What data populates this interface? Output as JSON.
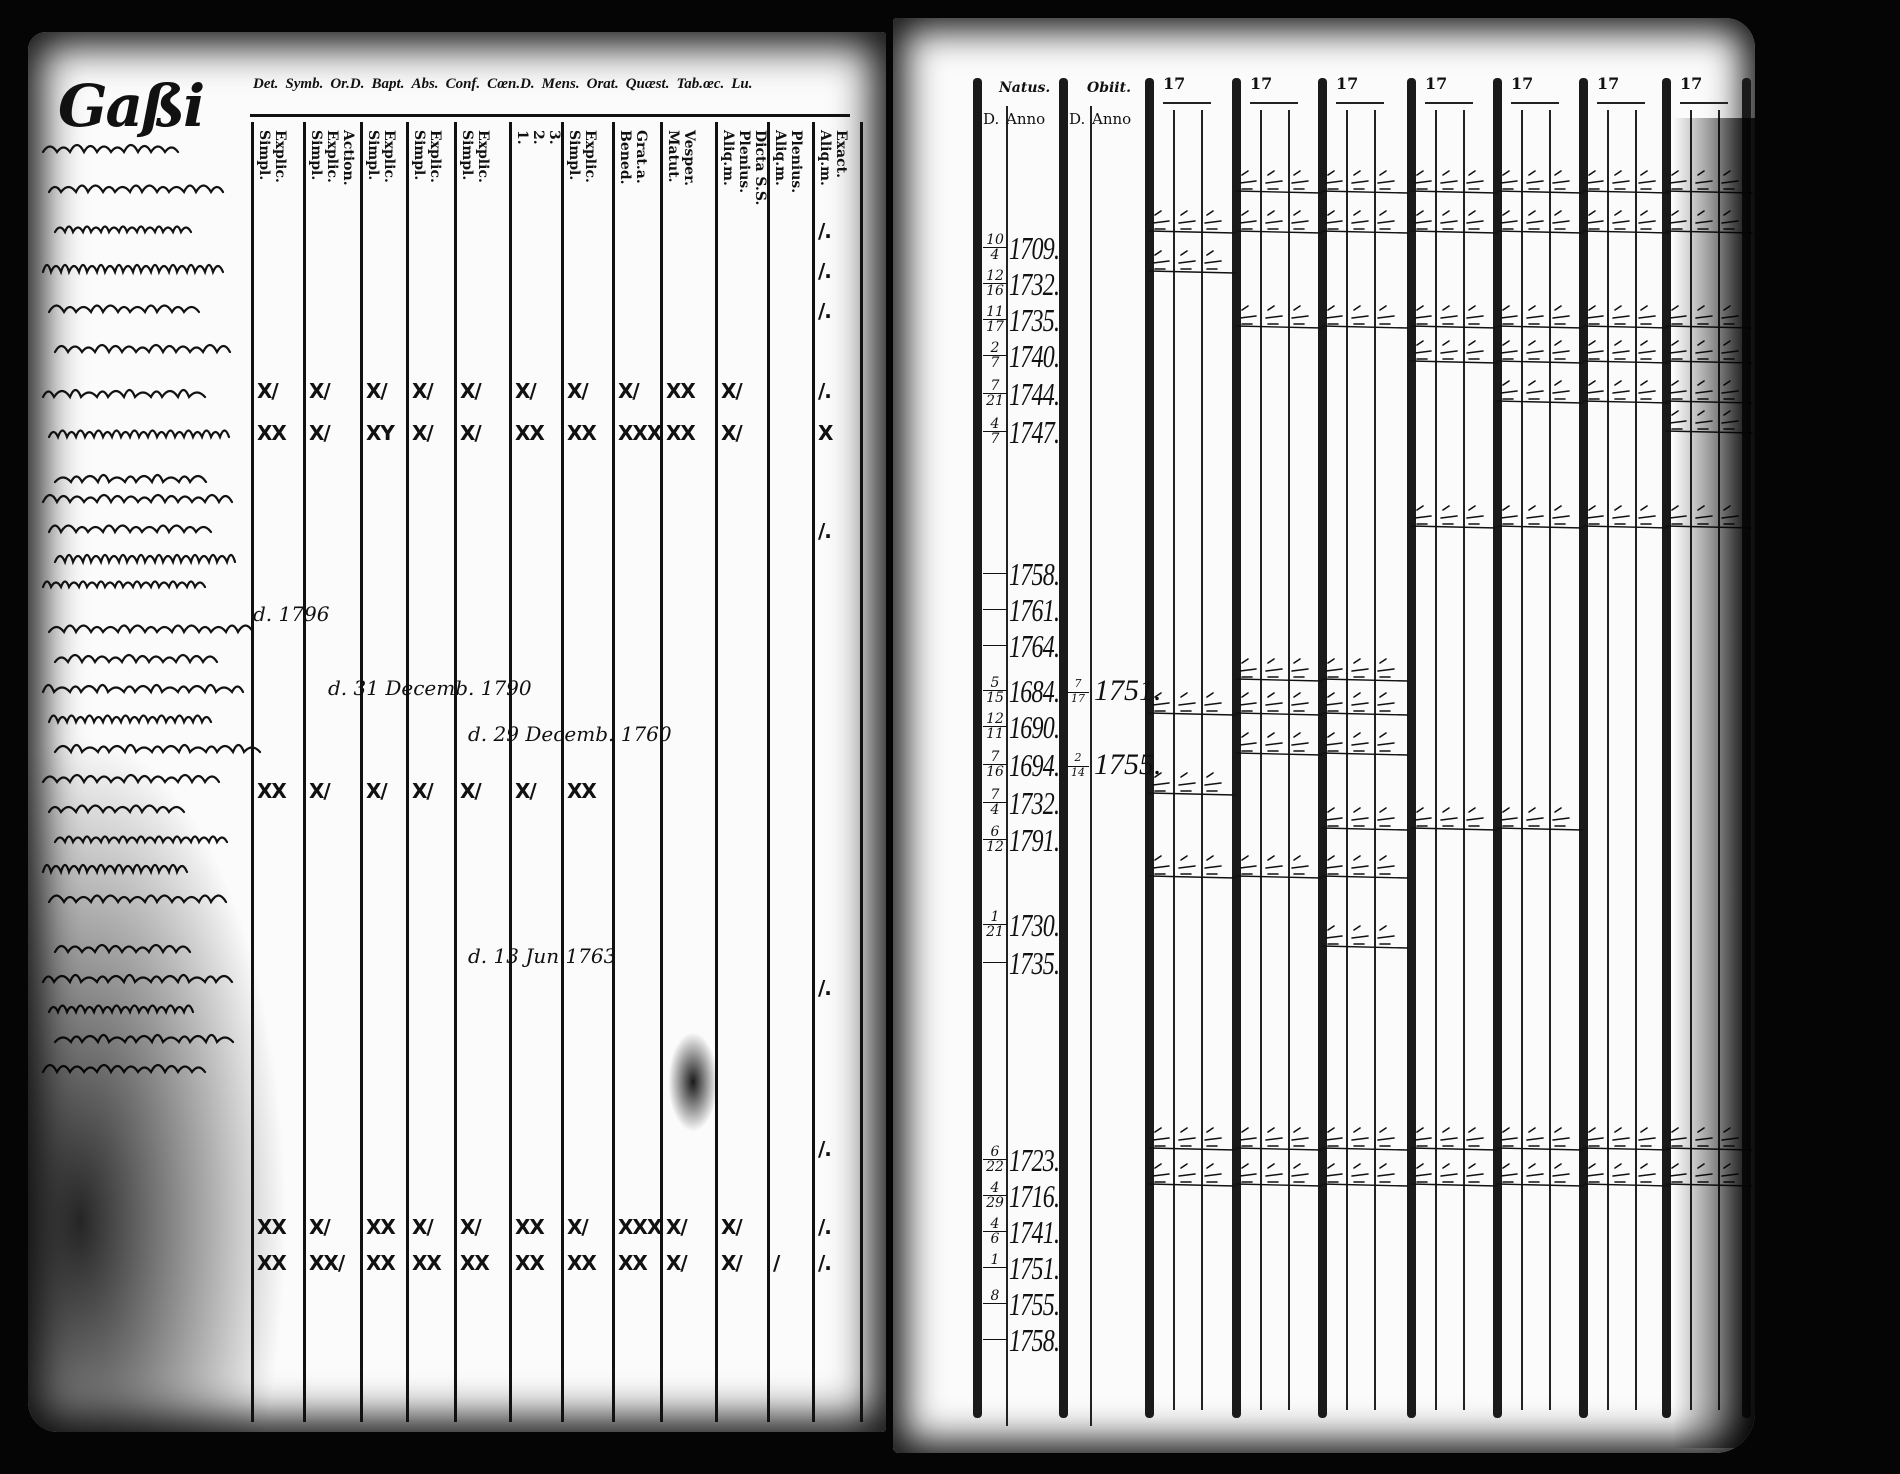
{
  "page_title": "Gaßi",
  "left_header": {
    "groups": [
      "Det.",
      "Symb.",
      "Or.D.",
      "Bapt.",
      "Abs.",
      "Conf.",
      "Cœn.D.",
      "Mens.",
      "Orat.",
      "Quæst.",
      "Tab.œc.",
      "Lu."
    ],
    "columns": [
      [
        "Simpl.",
        "Explic."
      ],
      [
        "Simpl.",
        "Explic.",
        "Action."
      ],
      [
        "Simpl.",
        "Explic."
      ],
      [
        "Simpl.",
        "Explic."
      ],
      [
        "Simpl.",
        "Explic."
      ],
      [
        "1.",
        "2.",
        "3."
      ],
      [
        "Simpl.",
        "Explic."
      ],
      [
        "Bened.",
        "Grat.a."
      ],
      [
        "Matut.",
        "Vesper."
      ],
      [
        "Aliq.m.",
        "Plenius.",
        "Dicta S.S."
      ],
      [
        "Aliq.m.",
        "Plenius."
      ],
      [
        "Aliq.m.",
        "Exact."
      ]
    ]
  },
  "left_marks": [
    [
      "",
      "",
      "",
      "",
      "",
      "",
      "",
      "",
      "",
      "",
      "",
      "/."
    ],
    [
      "",
      "",
      "",
      "",
      "",
      "",
      "",
      "",
      "",
      "",
      "",
      "/."
    ],
    [
      "",
      "",
      "",
      "",
      "",
      "",
      "",
      "",
      "",
      "",
      "",
      "/."
    ],
    [
      "X/",
      "X/",
      "X/",
      "X/",
      "X/",
      "X/",
      "X/",
      "X/",
      "XX",
      "X/",
      "",
      "/."
    ],
    [
      "XX",
      "X/",
      "XY",
      "X/",
      "X/",
      "XX",
      "XX",
      "XXX",
      "XX",
      "X/",
      "",
      "X"
    ],
    [
      "",
      "",
      "",
      "",
      "",
      "",
      "",
      "",
      "",
      "",
      "",
      "/."
    ],
    [
      "XX",
      "X/",
      "X/",
      "X/",
      "X/",
      "X/",
      "XX",
      "",
      "",
      "",
      "",
      ""
    ],
    [
      "",
      "",
      "",
      "",
      "",
      "",
      "",
      "",
      "",
      "",
      "",
      "/."
    ],
    [
      "",
      "",
      "",
      "",
      "",
      "",
      "",
      "",
      "",
      "",
      "",
      "/."
    ],
    [
      "XX",
      "X/",
      "XX",
      "X/",
      "X/",
      "XX",
      "X/",
      "XXX",
      "X/",
      "X/",
      "",
      "/."
    ],
    [
      "XX",
      "XX/",
      "XX",
      "XX",
      "XX",
      "XX",
      "XX",
      "XX",
      "X/",
      "X/",
      "/",
      "/."
    ]
  ],
  "notes": [
    "d. 1796",
    "d. 31 Decemb. 1790",
    "d. 29 Decemb. 1760",
    "d. 13 Jun 1763"
  ],
  "right_header": {
    "natus": "Natus.",
    "obiit": "Obiit.",
    "d_label": "D.",
    "anno_label": "Anno",
    "years": [
      "17",
      "17",
      "17",
      "17",
      "17",
      "17",
      "17"
    ]
  },
  "natus": [
    {
      "d": [
        "10",
        "4"
      ],
      "anno": "1709."
    },
    {
      "d": [
        "12",
        "16"
      ],
      "anno": "1732."
    },
    {
      "d": [
        "11",
        "17"
      ],
      "anno": "1735."
    },
    {
      "d": [
        "2",
        "7"
      ],
      "anno": "1740."
    },
    {
      "d": [
        "7",
        "21"
      ],
      "anno": "1744."
    },
    {
      "d": [
        "4",
        "7"
      ],
      "anno": "1747."
    },
    {
      "d": [
        "",
        ""
      ],
      "anno": "1758."
    },
    {
      "d": [
        "",
        ""
      ],
      "anno": "1761."
    },
    {
      "d": [
        "",
        ""
      ],
      "anno": "1764."
    },
    {
      "d": [
        "5",
        "15"
      ],
      "anno": "1684."
    },
    {
      "d": [
        "12",
        "11"
      ],
      "anno": "1690."
    },
    {
      "d": [
        "7",
        "16"
      ],
      "anno": "1694."
    },
    {
      "d": [
        "7",
        "4"
      ],
      "anno": "1732."
    },
    {
      "d": [
        "6",
        "12"
      ],
      "anno": "1791."
    },
    {
      "d": [
        "1",
        "21"
      ],
      "anno": "1730."
    },
    {
      "d": [
        "",
        ""
      ],
      "anno": "1735."
    },
    {
      "d": [
        "6",
        "22"
      ],
      "anno": "1723."
    },
    {
      "d": [
        "4",
        "29"
      ],
      "anno": "1716."
    },
    {
      "d": [
        "4",
        "6"
      ],
      "anno": "1741."
    },
    {
      "d": [
        "1",
        ""
      ],
      "anno": "1751."
    },
    {
      "d": [
        "8",
        ""
      ],
      "anno": "1755."
    },
    {
      "d": [
        "",
        ""
      ],
      "anno": "1758."
    }
  ],
  "obiit": [
    {
      "d": [
        "7",
        "17"
      ],
      "anno": "1751."
    },
    {
      "d": [
        "2",
        "14"
      ],
      "anno": "1755."
    }
  ]
}
